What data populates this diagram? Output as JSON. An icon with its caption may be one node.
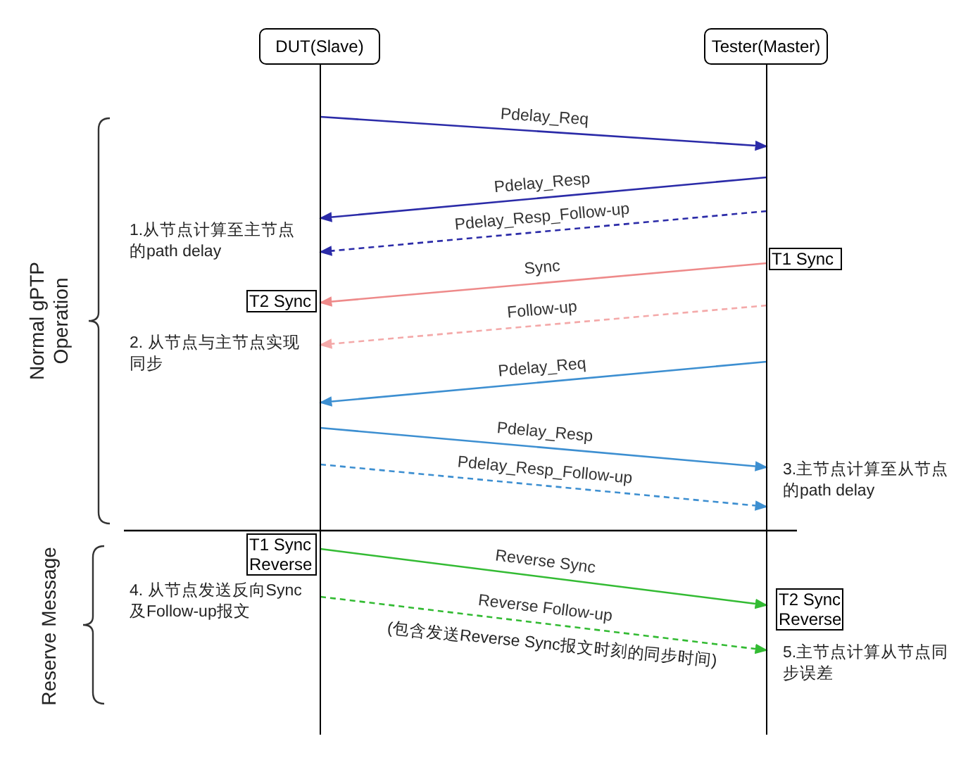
{
  "diagram": {
    "nodes": [
      {
        "text": [
          "DUT(Slave)"
        ]
      },
      {
        "text": [
          "Tester(Master)"
        ]
      },
      {
        "text": [],
        "shape": "line"
      },
      {
        "text": [],
        "shape": "line"
      },
      {
        "text": [
          "T1 Sync"
        ]
      },
      {
        "text": [
          "T2 Sync"
        ]
      },
      {
        "text": [
          "T1 Sync Reverse"
        ]
      },
      {
        "text": [
          "T2 Sync Reverse"
        ]
      }
    ],
    "edges": [
      {
        "from": 2,
        "to": 3,
        "arrow": "to",
        "label": "Pdelay_Req",
        "color": "#2b2ba8"
      },
      {
        "from": 3,
        "to": 2,
        "arrow": "to",
        "label": "Pdelay_Resp",
        "color": "#2b2ba8"
      },
      {
        "from": 3,
        "to": 2,
        "arrow": "to",
        "label": "Pdelay_Resp_Follow-up",
        "style": "dashed",
        "color": "#2b2ba8"
      },
      {
        "from": 3,
        "to": 2,
        "arrow": "to",
        "label": "Sync",
        "color": "#ee8a8a"
      },
      {
        "from": 3,
        "to": 2,
        "arrow": "to",
        "label": "Follow-up",
        "style": "dashed",
        "color": "#f4a9a9"
      },
      {
        "from": 3,
        "to": 2,
        "arrow": "to",
        "label": "Pdelay_Req",
        "color": "#3d8fd1"
      },
      {
        "from": 2,
        "to": 3,
        "arrow": "to",
        "label": "Pdelay_Resp",
        "color": "#3d8fd1"
      },
      {
        "from": 2,
        "to": 3,
        "arrow": "to",
        "label": "Pdelay_Resp_Follow-up",
        "style": "dashed",
        "color": "#3d8fd1"
      },
      {
        "from": 2,
        "to": 3,
        "arrow": "to",
        "label": "Reverse Sync",
        "color": "#33bb33"
      },
      {
        "from": 2,
        "to": 3,
        "arrow": "to",
        "label": "Reverse Follow-up",
        "style": "dashed",
        "color": "#33bb33"
      }
    ],
    "labels": [
      "Normal gPTP Operation",
      "1.从节点计算至主节点的path delay",
      "2. 从节点与主节点实现同步",
      "3.主节点计算至从节点的path delay",
      "Reserve Message",
      "4. 从节点发送反向Sync及Follow-up报文",
      "(包含发送Reverse Sync报文时刻的同步时间)",
      "5.主节点计算从节点同步误差"
    ]
  }
}
